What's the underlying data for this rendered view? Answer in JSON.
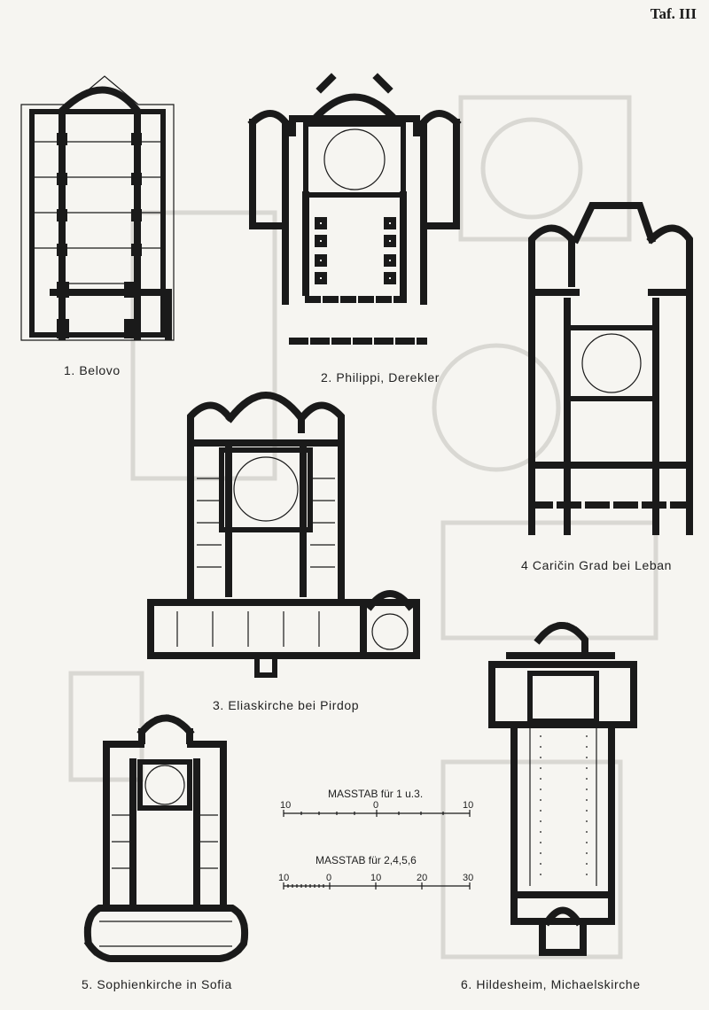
{
  "plate": {
    "title": "Taf. III"
  },
  "figures": [
    {
      "caption": "1.  Belovo"
    },
    {
      "caption": "2.  Philippi, Derekler"
    },
    {
      "caption": "3.  Eliaskirche bei Pirdop"
    },
    {
      "caption": "4  Caričin Grad bei Leban"
    },
    {
      "caption": "5.  Sophienkirche in Sofia"
    },
    {
      "caption": "6.  Hildesheim, Michaelskirche"
    }
  ],
  "scales": [
    {
      "title": "MASSTAB für 1 u.3.",
      "ticks": [
        "10",
        "0",
        "10"
      ]
    },
    {
      "title": "MASSTAB für 2,4,5,6",
      "ticks": [
        "10",
        "0",
        "10",
        "20",
        "30"
      ]
    }
  ]
}
